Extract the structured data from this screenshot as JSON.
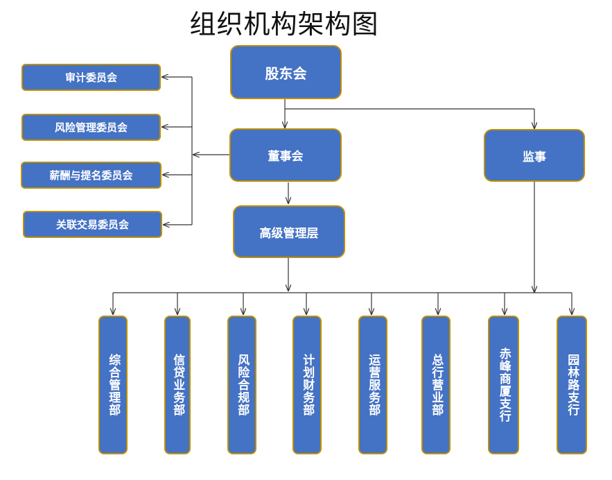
{
  "title": "组织机构架构图",
  "nodes": {
    "shareholders": "股东会",
    "board": "董事会",
    "supervisor": "监事",
    "management": "高级管理层"
  },
  "committees": [
    "审计委员会",
    "风险管理委员会",
    "薪酬与提名委员会",
    "关联交易委员会"
  ],
  "departments": [
    "综合管理部",
    "信贷业务部",
    "风险合规部",
    "计划财务部",
    "运营服务部",
    "总行营业部",
    "赤峰商厦支行",
    "园林路支行"
  ],
  "colors": {
    "box_fill": "#4472c4",
    "box_border": "#bf9000",
    "line": "#333333"
  }
}
